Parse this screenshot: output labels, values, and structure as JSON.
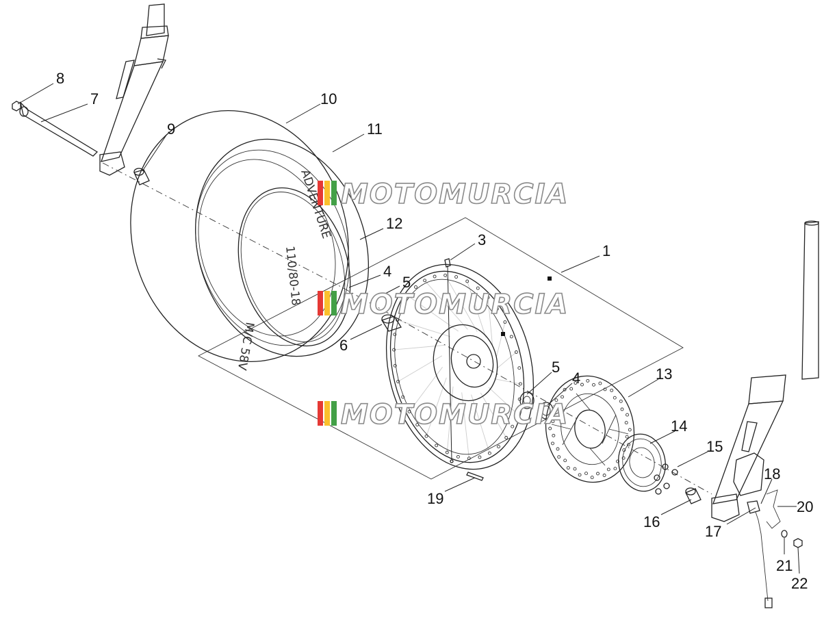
{
  "diagram": {
    "callouts": [
      {
        "id": "c1",
        "text": "1"
      },
      {
        "id": "c3",
        "text": "3"
      },
      {
        "id": "c4a",
        "text": "4"
      },
      {
        "id": "c5a",
        "text": "5"
      },
      {
        "id": "c6",
        "text": "6"
      },
      {
        "id": "c5b",
        "text": "5"
      },
      {
        "id": "c4b",
        "text": "4"
      },
      {
        "id": "c7",
        "text": "7"
      },
      {
        "id": "c8",
        "text": "8"
      },
      {
        "id": "c9",
        "text": "9"
      },
      {
        "id": "c10",
        "text": "10"
      },
      {
        "id": "c11",
        "text": "11"
      },
      {
        "id": "c12",
        "text": "12"
      },
      {
        "id": "c13",
        "text": "13"
      },
      {
        "id": "c14",
        "text": "14"
      },
      {
        "id": "c15",
        "text": "15"
      },
      {
        "id": "c16",
        "text": "16"
      },
      {
        "id": "c17",
        "text": "17"
      },
      {
        "id": "c18",
        "text": "18"
      },
      {
        "id": "c19",
        "text": "19"
      },
      {
        "id": "c20",
        "text": "20"
      },
      {
        "id": "c21",
        "text": "21"
      },
      {
        "id": "c22",
        "text": "22"
      }
    ],
    "tyre_markings": [
      "ADVENTURE",
      "110/80-18",
      "M/C 58V"
    ],
    "watermark": "MOTOMURCIA",
    "watermark_colors": [
      "#e53935",
      "#fbc02d",
      "#43a047"
    ]
  }
}
